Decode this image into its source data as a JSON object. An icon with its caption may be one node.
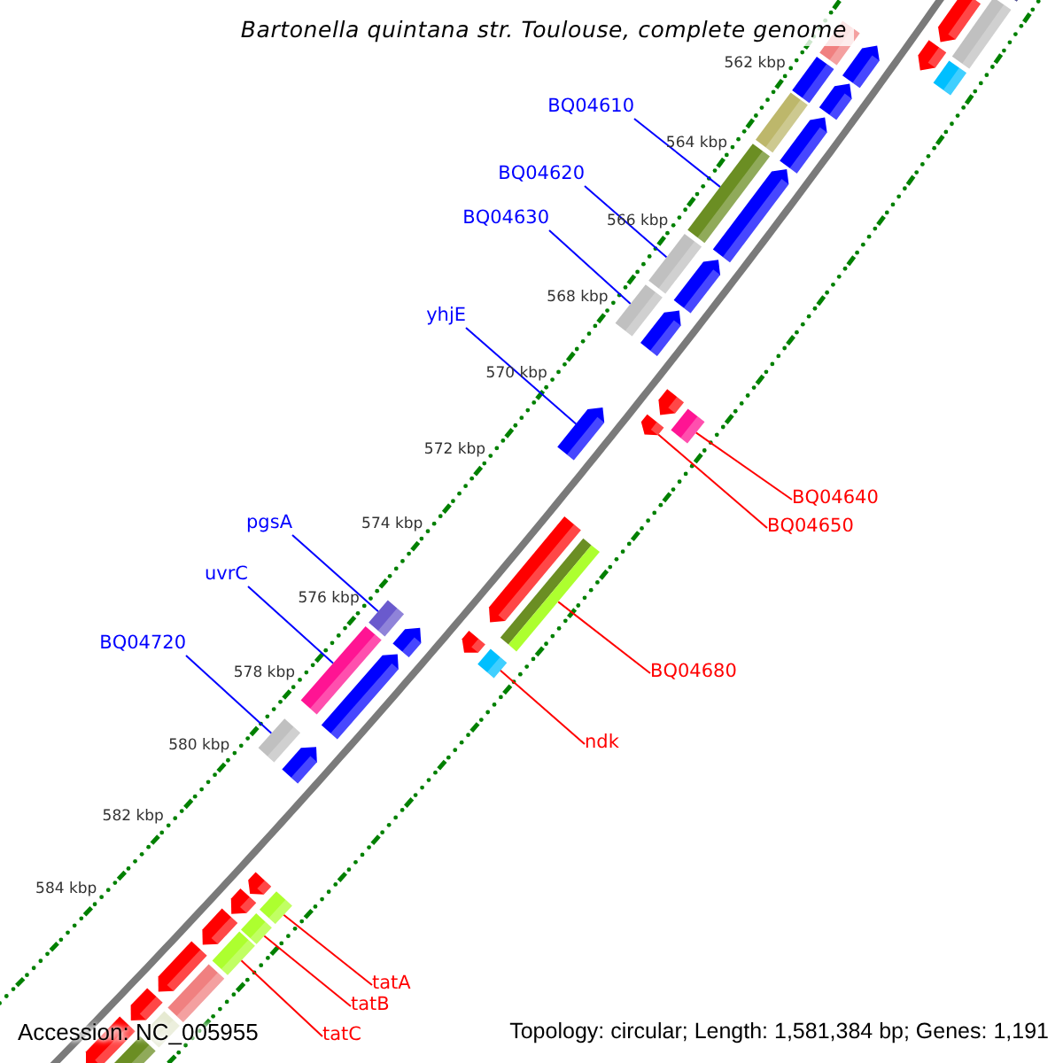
{
  "diagram": {
    "title": "Bartonella quintana str. Toulouse, complete genome",
    "nodes": [
      {
        "text": [
          "BQ04610"
        ]
      },
      {
        "text": [],
        "shape": "bar"
      },
      {
        "text": [
          "BQ04620"
        ]
      },
      {
        "text": [],
        "shape": "bar"
      },
      {
        "text": [
          "BQ04630"
        ]
      },
      {
        "text": [],
        "shape": "bar"
      },
      {
        "text": [
          "yhjE"
        ]
      },
      {
        "text": [],
        "shape": "arrow"
      },
      {
        "text": [
          "BQ04640"
        ]
      },
      {
        "text": [],
        "shape": "bar"
      },
      {
        "text": [
          "BQ04650"
        ]
      },
      {
        "text": [],
        "shape": "arrow"
      },
      {
        "text": [
          "pgsA"
        ]
      },
      {
        "text": [],
        "shape": "bar"
      },
      {
        "text": [
          "uvrC"
        ]
      },
      {
        "text": [],
        "shape": "bar"
      },
      {
        "text": [
          "BQ04680"
        ]
      },
      {
        "text": [],
        "shape": "bar"
      },
      {
        "text": [
          "BQ04720"
        ]
      },
      {
        "text": [],
        "shape": "bar"
      },
      {
        "text": [
          "ndk"
        ]
      },
      {
        "text": [],
        "shape": "bar"
      },
      {
        "text": [
          "tatA"
        ]
      },
      {
        "text": [],
        "shape": "bar"
      },
      {
        "text": [
          "tatB"
        ]
      },
      {
        "text": [],
        "shape": "bar"
      },
      {
        "text": [
          "tatC"
        ]
      },
      {
        "text": [],
        "shape": "bar"
      },
      {
        "text": [],
        "shape": "bar"
      },
      {
        "text": [],
        "shape": "bar"
      },
      {
        "text": [],
        "shape": "arrow"
      },
      {
        "text": [],
        "shape": "arrow"
      },
      {
        "text": [],
        "shape": "bar"
      },
      {
        "text": [],
        "shape": "arrow"
      },
      {
        "text": [],
        "shape": "bar"
      },
      {
        "text": [],
        "shape": "bar"
      },
      {
        "text": [],
        "shape": "arrow"
      },
      {
        "text": [],
        "shape": "arrow"
      },
      {
        "text": [],
        "shape": "bar"
      },
      {
        "text": [],
        "shape": "arrow"
      },
      {
        "text": [],
        "shape": "arrow"
      },
      {
        "text": [],
        "shape": "arrow"
      },
      {
        "text": [],
        "shape": "arrow"
      },
      {
        "text": [],
        "shape": "arrow"
      },
      {
        "text": [],
        "shape": "arrow"
      },
      {
        "text": [],
        "shape": "arrow"
      },
      {
        "text": [],
        "shape": "arrow"
      },
      {
        "text": [],
        "shape": "arrow"
      },
      {
        "text": [],
        "shape": "arrow"
      },
      {
        "text": [],
        "shape": "arrow"
      },
      {
        "text": [],
        "shape": "arrow"
      },
      {
        "text": [],
        "shape": "arrow"
      },
      {
        "text": [],
        "shape": "bar"
      },
      {
        "text": [],
        "shape": "arrow"
      },
      {
        "text": [],
        "shape": "bar"
      },
      {
        "text": [],
        "shape": "arrow"
      },
      {
        "text": [],
        "shape": "bar"
      }
    ],
    "edges": [
      {
        "from": 0,
        "to": 1,
        "arrow": "none",
        "color": "#0000ff"
      },
      {
        "from": 2,
        "to": 3,
        "arrow": "none",
        "color": "#0000ff"
      },
      {
        "from": 4,
        "to": 5,
        "arrow": "none",
        "color": "#0000ff"
      },
      {
        "from": 6,
        "to": 7,
        "arrow": "none",
        "color": "#0000ff"
      },
      {
        "from": 8,
        "to": 9,
        "arrow": "none",
        "color": "#ff0000"
      },
      {
        "from": 10,
        "to": 11,
        "arrow": "none",
        "color": "#ff0000"
      },
      {
        "from": 12,
        "to": 13,
        "arrow": "none",
        "color": "#0000ff"
      },
      {
        "from": 14,
        "to": 15,
        "arrow": "none",
        "color": "#0000ff"
      },
      {
        "from": 16,
        "to": 17,
        "arrow": "none",
        "color": "#ff0000"
      },
      {
        "from": 18,
        "to": 19,
        "arrow": "none",
        "color": "#0000ff"
      },
      {
        "from": 20,
        "to": 21,
        "arrow": "none",
        "color": "#ff0000"
      },
      {
        "from": 22,
        "to": 23,
        "arrow": "none",
        "color": "#ff0000"
      },
      {
        "from": 24,
        "to": 25,
        "arrow": "none",
        "color": "#ff0000"
      },
      {
        "from": 26,
        "to": 27,
        "arrow": "none",
        "color": "#ff0000"
      }
    ],
    "labels": [
      "562 kbp",
      "564 kbp",
      "566 kbp",
      "568 kbp",
      "570 kbp",
      "572 kbp",
      "574 kbp",
      "576 kbp",
      "578 kbp",
      "580 kbp",
      "582 kbp",
      "584 kbp",
      "Accession: NC_005955",
      "Topology: circular; Length: 1,581,384 bp; Genes: 1,191"
    ]
  }
}
